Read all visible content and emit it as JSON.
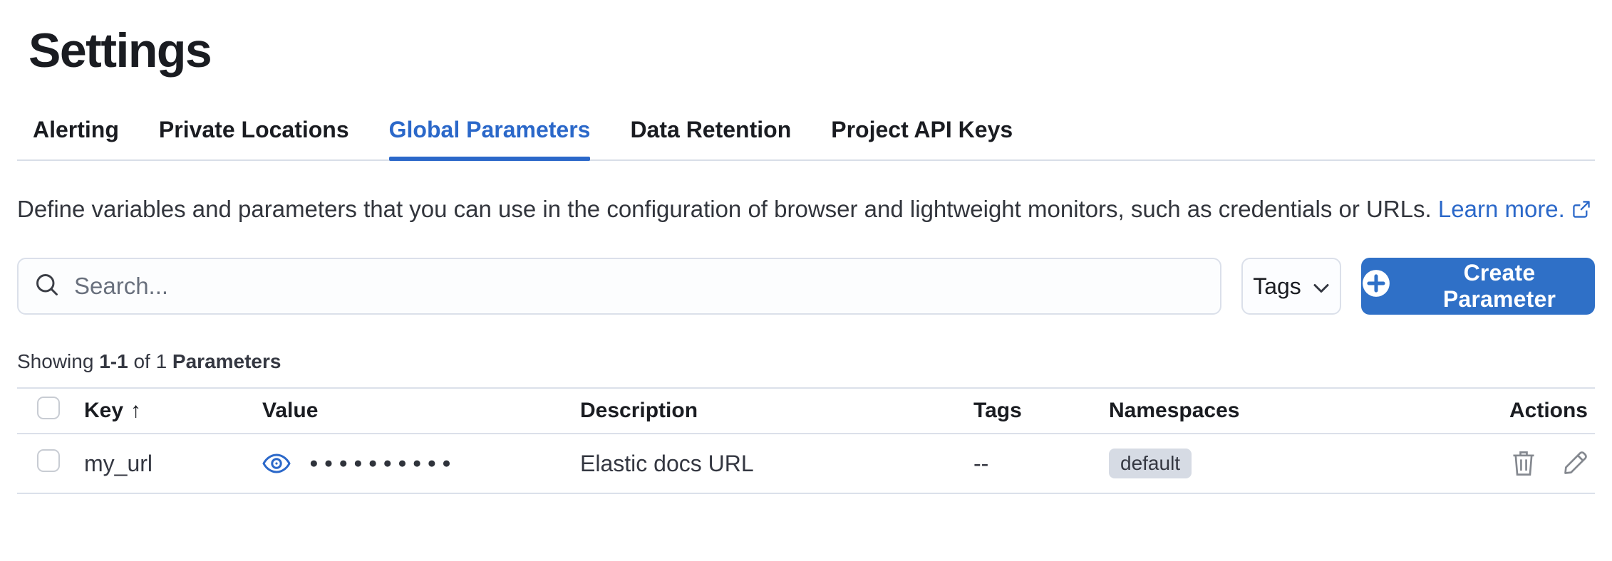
{
  "header": {
    "title": "Settings"
  },
  "tabs": [
    {
      "label": "Alerting"
    },
    {
      "label": "Private Locations"
    },
    {
      "label": "Global Parameters"
    },
    {
      "label": "Data Retention"
    },
    {
      "label": "Project API Keys"
    }
  ],
  "active_tab": "Global Parameters",
  "description": {
    "text": "Define variables and parameters that you can use in the configuration of browser and lightweight monitors, such as credentials or URLs.",
    "link_label": "Learn more.",
    "link_icon": "external-link-icon"
  },
  "toolbar": {
    "search_placeholder": "Search...",
    "search_icon": "search-icon",
    "tags_button_label": "Tags",
    "tags_chevron_icon": "chevron-down-icon",
    "create_button_label": "Create Parameter",
    "create_button_icon": "plus-in-circle-icon"
  },
  "summary": {
    "prefix": "Showing",
    "range": "1-1",
    "middle": "of 1",
    "entity": "Parameters"
  },
  "table": {
    "columns": {
      "key": "Key",
      "value": "Value",
      "description": "Description",
      "tags": "Tags",
      "namespaces": "Namespaces",
      "actions": "Actions"
    },
    "sort": {
      "column": "Key",
      "direction": "ascending",
      "arrow": "↑"
    },
    "rows": [
      {
        "key": "my_url",
        "value_masked": "●●●●●●●●●●",
        "value_icon": "eye-icon",
        "description": "Elastic docs URL",
        "tags": "--",
        "namespace": "default",
        "actions": [
          "delete",
          "edit"
        ]
      }
    ]
  },
  "colors": {
    "accent_blue": "#2b68c9",
    "button_blue": "#2f70c7",
    "border_gray": "#dbe0ea",
    "badge_gray": "#d6dbe4",
    "icon_gray": "#84888f",
    "text_dark": "#1a1c21",
    "text_body": "#343741"
  }
}
